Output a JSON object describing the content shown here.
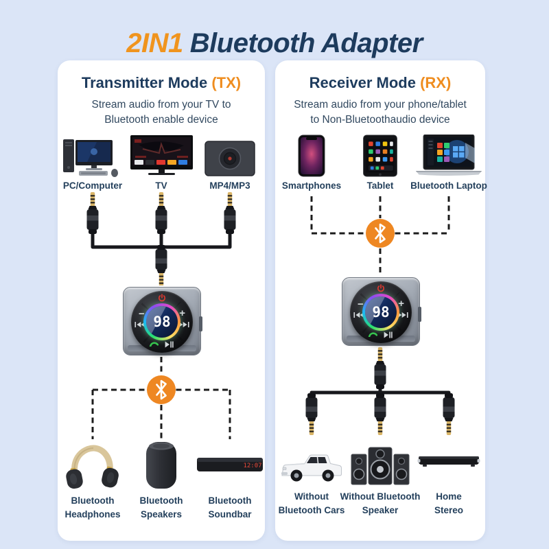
{
  "page_title": {
    "accent": "2IN1",
    "rest": "Bluetooth Adapter"
  },
  "colors": {
    "background": "#dbe5f7",
    "accent_orange": "#f0941e",
    "heading_navy": "#1d3b5d",
    "bluetooth_badge": "#ee8722",
    "adapter_rgb_ring": "rainbow"
  },
  "tx_card": {
    "heading": "Transmitter Mode",
    "mode_tag": "(TX)",
    "subtitle_line1": "Stream audio from your TV to",
    "subtitle_line2": "Bluetooth enable device",
    "sources": [
      {
        "label": "PC/Computer"
      },
      {
        "label": "TV"
      },
      {
        "label": "MP4/MP3"
      }
    ],
    "adapter_display": "98",
    "outputs": [
      {
        "line1": "Bluetooth",
        "line2": "Headphones"
      },
      {
        "line1": "Bluetooth",
        "line2": "Speakers"
      },
      {
        "line1": "Bluetooth",
        "line2": "Soundbar"
      }
    ]
  },
  "rx_card": {
    "heading": "Receiver Mode",
    "mode_tag": "(RX)",
    "subtitle_line1": "Stream audio from your phone/tablet",
    "subtitle_line2": "to Non-Bluetoothaudio device",
    "sources": [
      {
        "label": "Smartphones"
      },
      {
        "label": "Tablet"
      },
      {
        "label": "Bluetooth Laptop"
      }
    ],
    "adapter_display": "98",
    "outputs": [
      {
        "line1": "Without",
        "line2": "Bluetooth Cars"
      },
      {
        "line1": "Without Bluetooth",
        "line2": "Speaker"
      },
      {
        "line1": "Home",
        "line2": "Stereo"
      }
    ]
  },
  "soundbar_clock": "12:07"
}
